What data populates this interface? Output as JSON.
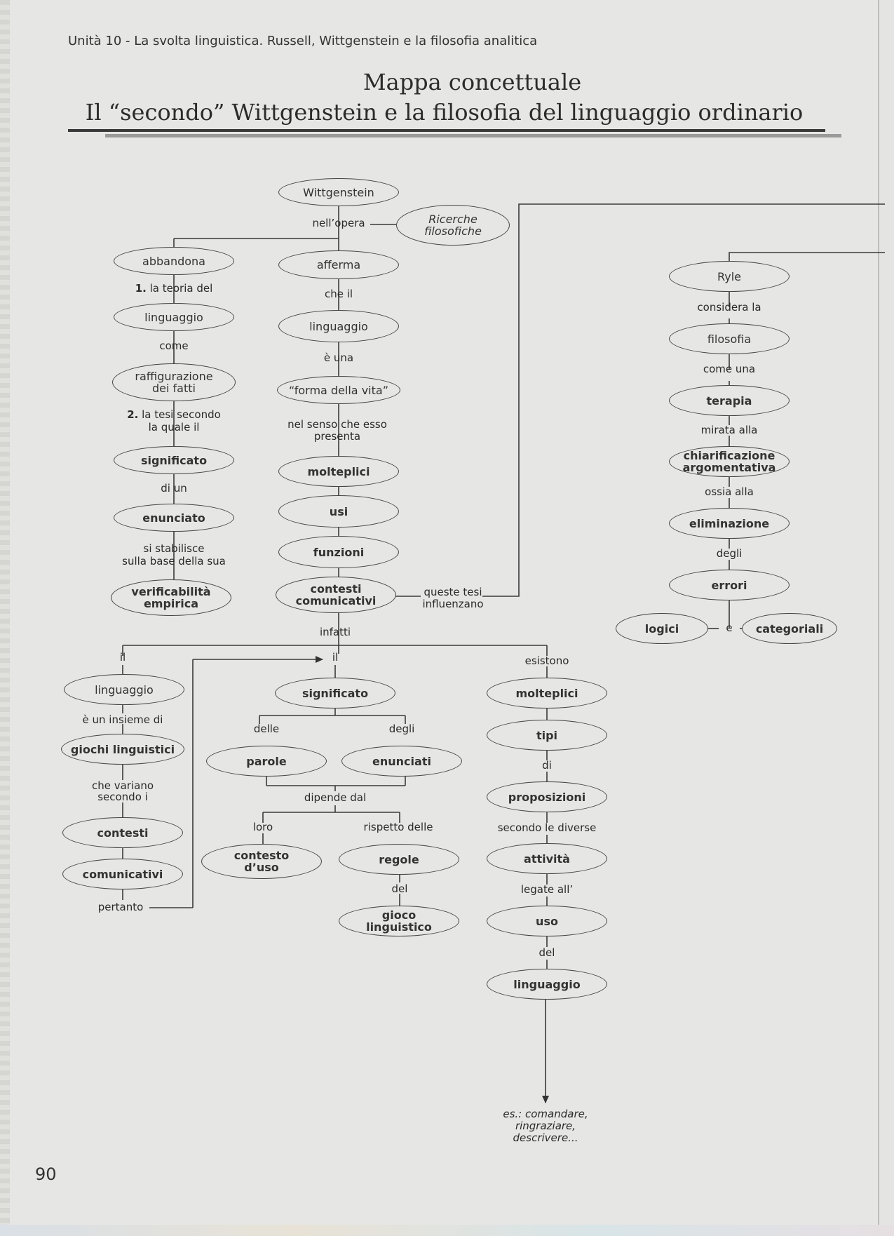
{
  "header": "Unità 10 - La svolta linguistica. Russell, Wittgenstein e la filosofia analitica",
  "title_line1": "Mappa concettuale",
  "title_line2": "Il “secondo” Wittgenstein e la filosofia del linguaggio ordinario",
  "page_number": "90",
  "nodes": {
    "wittgenstein": "Wittgenstein",
    "ricerche_1": "Ricerche",
    "ricerche_2": "filosofiche",
    "abbandona": "abbandona",
    "afferma": "afferma",
    "linguaggio_l": "linguaggio",
    "raffigurazione_1": "raffigurazione",
    "raffigurazione_2": "dei fatti",
    "significato_l": "significato",
    "enunciato": "enunciato",
    "verificabilita_1": "verificabilità",
    "verificabilita_2": "empirica",
    "linguaggio_c": "linguaggio",
    "forma_vita": "“forma della vita”",
    "molteplici_c": "molteplici",
    "usi": "usi",
    "funzioni": "funzioni",
    "contesti_com_1": "contesti",
    "contesti_com_2": "comunicativi",
    "ryle": "Ryle",
    "filosofia": "filosofia",
    "terapia": "terapia",
    "chiarificazione_1": "chiarificazione",
    "chiarificazione_2": "argomentativa",
    "eliminazione": "eliminazione",
    "errori": "errori",
    "logici": "logici",
    "categoriali": "categoriali",
    "linguaggio_b": "linguaggio",
    "giochi": "giochi linguistici",
    "contesti_b": "contesti",
    "comunicativi_b": "comunicativi",
    "significato_b": "significato",
    "parole": "parole",
    "enunciati": "enunciati",
    "contesto_uso_1": "contesto",
    "contesto_uso_2": "d’uso",
    "regole": "regole",
    "gioco_ling_1": "gioco",
    "gioco_ling_2": "linguistico",
    "molteplici_r": "molteplici",
    "tipi": "tipi",
    "proposizioni": "proposizioni",
    "attivita": "attività",
    "uso": "uso",
    "linguaggio_r": "linguaggio"
  },
  "labels": {
    "nell_opera": "nell’opera",
    "teoria_num": "1.",
    "teoria_text": "la teoria del",
    "come": "come",
    "tesi_num": "2.",
    "tesi_text": "la tesi secondo",
    "tesi_text2": "la quale il",
    "di_un": "di un",
    "si_stabilisce_1": "si stabilisce",
    "si_stabilisce_2": "sulla base della sua",
    "che_il": "che il",
    "e_una": "è una",
    "nel_senso_1": "nel senso che esso",
    "nel_senso_2": "presenta",
    "queste_tesi_1": "queste tesi",
    "queste_tesi_2": "influenzano",
    "considera_la": "considera la",
    "come_una": "come una",
    "mirata_alla": "mirata alla",
    "ossia_alla": "ossia alla",
    "degli_r": "degli",
    "e_r": "e",
    "infatti": "infatti",
    "il_left": "il",
    "il_mid": "il",
    "esistono": "esistono",
    "e_un_insieme": "è un insieme di",
    "che_variano_1": "che variano",
    "che_variano_2": "secondo i",
    "pertanto": "pertanto",
    "delle": "delle",
    "degli": "degli",
    "dipende_dal": "dipende dal",
    "loro": "loro",
    "rispetto_delle": "rispetto delle",
    "del_m": "del",
    "di": "di",
    "secondo_le_diverse": "secondo le diverse",
    "legate_all": "legate all’",
    "del_r": "del",
    "esempi_1": "es.: comandare,",
    "esempi_2": "ringraziare,",
    "esempi_3": "descrivere..."
  }
}
